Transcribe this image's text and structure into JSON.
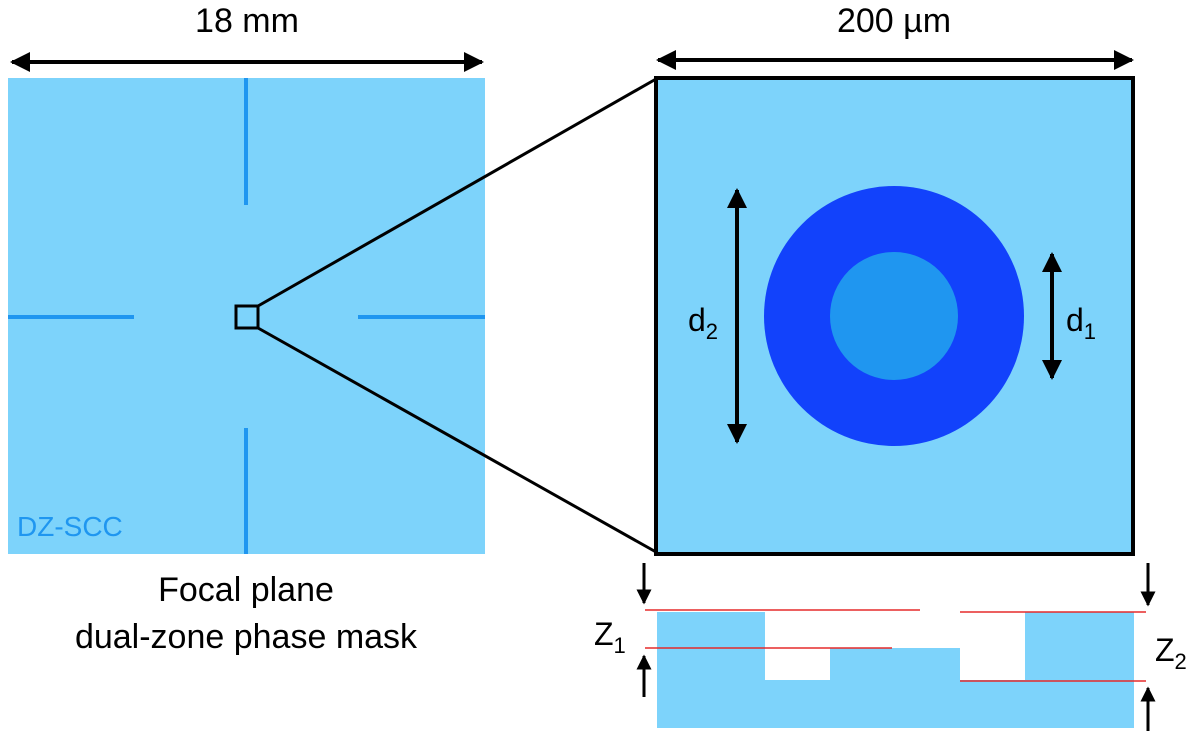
{
  "colors": {
    "substrate": "#7dd3fb",
    "cross_lines": "#1f96f0",
    "inner_zone": "#1f96f0",
    "outer_zone": "#1242fb",
    "label_watermark": "#1f96f0",
    "step_lines": "#e52b2b",
    "ink": "#000000"
  },
  "left_panel": {
    "width_label": "18 mm",
    "mask_name": "DZ-SCC",
    "caption_line1": "Focal plane",
    "caption_line2": "dual-zone phase mask"
  },
  "right_panel": {
    "width_label": "200 µm",
    "d1": {
      "base": "d",
      "sub": "1"
    },
    "d2": {
      "base": "d",
      "sub": "2"
    }
  },
  "cross_section": {
    "z1": {
      "base": "Z",
      "sub": "1"
    },
    "z2": {
      "base": "Z",
      "sub": "2"
    }
  }
}
